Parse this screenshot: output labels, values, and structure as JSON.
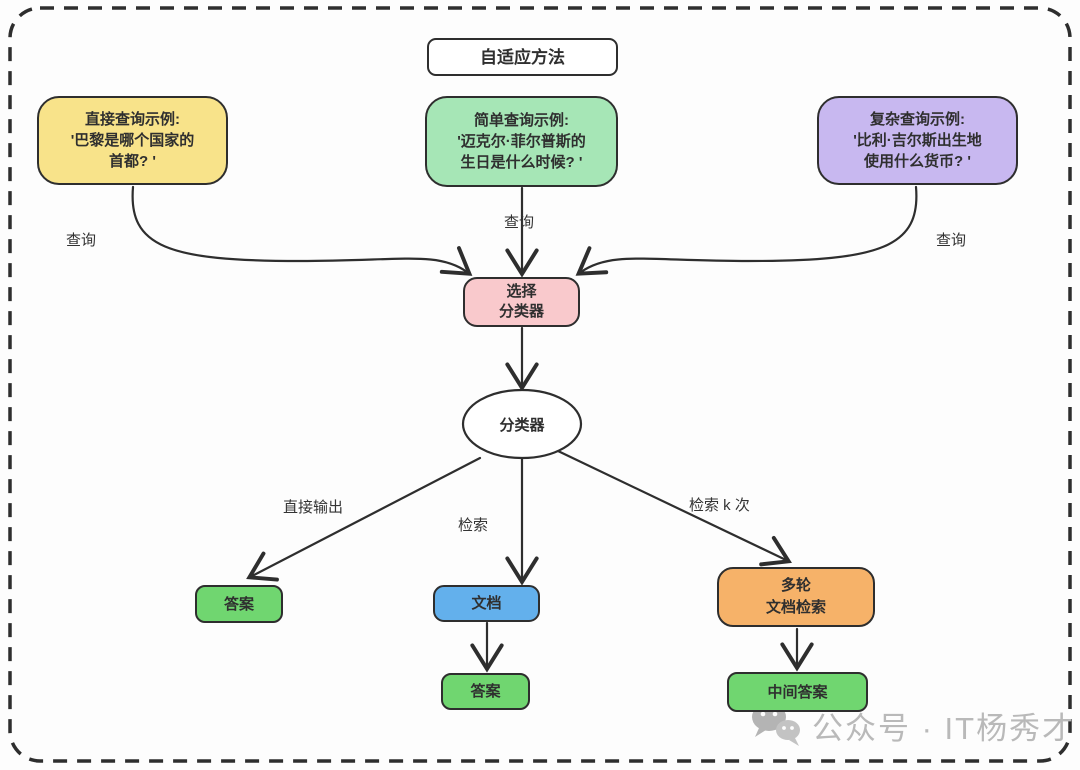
{
  "colors": {
    "stroke": "#2e2e2e",
    "bg": "#fdfdfd",
    "yellow": "#f8e38a",
    "mint": "#a6e6b6",
    "purple": "#c8b8f0",
    "pink": "#f9c9cc",
    "green": "#70d670",
    "blue": "#63b0ec",
    "orange": "#f6b269",
    "watermark": "#b9b9b9"
  },
  "title": "自适应方法",
  "examples": {
    "direct": {
      "l1": "直接查询示例:",
      "l2": "'巴黎是哪个国家的",
      "l3": "首都? '"
    },
    "simple": {
      "l1": "简单查询示例:",
      "l2": "'迈克尔·菲尔普斯的",
      "l3": "生日是什么时候? '"
    },
    "complex": {
      "l1": "复杂查询示例:",
      "l2": "'比利·吉尔斯出生地",
      "l3": "使用什么货币? '"
    }
  },
  "edges": {
    "query_left": "查询",
    "query_mid": "查询",
    "query_right": "查询",
    "direct_output": "直接输出",
    "retrieve": "检索",
    "retrieve_k": "检索 k 次"
  },
  "nodes": {
    "selector_l1": "选择",
    "selector_l2": "分类器",
    "classifier": "分类器",
    "answer_direct": "答案",
    "document": "文档",
    "answer_document": "答案",
    "multi_round_l1": "多轮",
    "multi_round_l2": "文档检索",
    "intermediate_answer": "中间答案"
  },
  "watermark": "公众号 · IT杨秀才"
}
